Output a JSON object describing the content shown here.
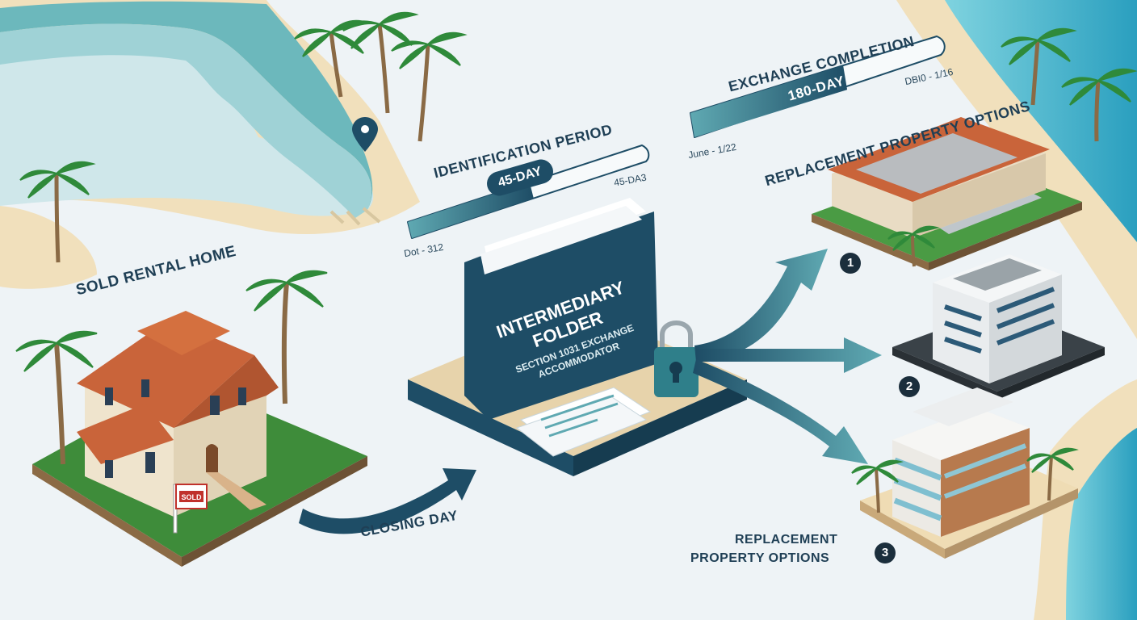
{
  "labels": {
    "sold_rental_home": "SOLD RENTAL HOME",
    "sold_sign": "SOLD",
    "closing_day": "CLOSING DAY",
    "identification_period": "IDENTIFICATION PERIOD",
    "id_days": "45-DAY",
    "id_start": "Dot - 312",
    "id_end": "45-DA3",
    "exchange_completion": "EXCHANGE COMPLETION",
    "ex_days": "180-DAY",
    "ex_start": "June - 1/22",
    "ex_end": "DBI0 - 1/16",
    "folder_title_line1": "INTERMEDIARY",
    "folder_title_line2": "FOLDER",
    "folder_sub_line1": "SECTION 1031 EXCHANGE",
    "folder_sub_line2": "ACCOMMODATOR",
    "replacement_top": "REPLACEMENT PROPERTY OPTIONS",
    "replacement_bottom_line1": "REPLACEMENT",
    "replacement_bottom_line2": "PROPERTY OPTIONS",
    "opt1": "1",
    "opt2": "2",
    "opt3": "3"
  },
  "progress": {
    "identification_fill": 0.52,
    "exchange_fill": 0.62
  },
  "colors": {
    "navy": "#1e4d66",
    "teal": "#5fa9b2",
    "ocean": "#3fb0c6",
    "sand": "#efdcb4",
    "land": "#cfe7ea"
  },
  "icons": [
    "map-pin-icon",
    "padlock-icon",
    "palm-tree-icon",
    "sold-sign-icon",
    "arrow-icon"
  ]
}
